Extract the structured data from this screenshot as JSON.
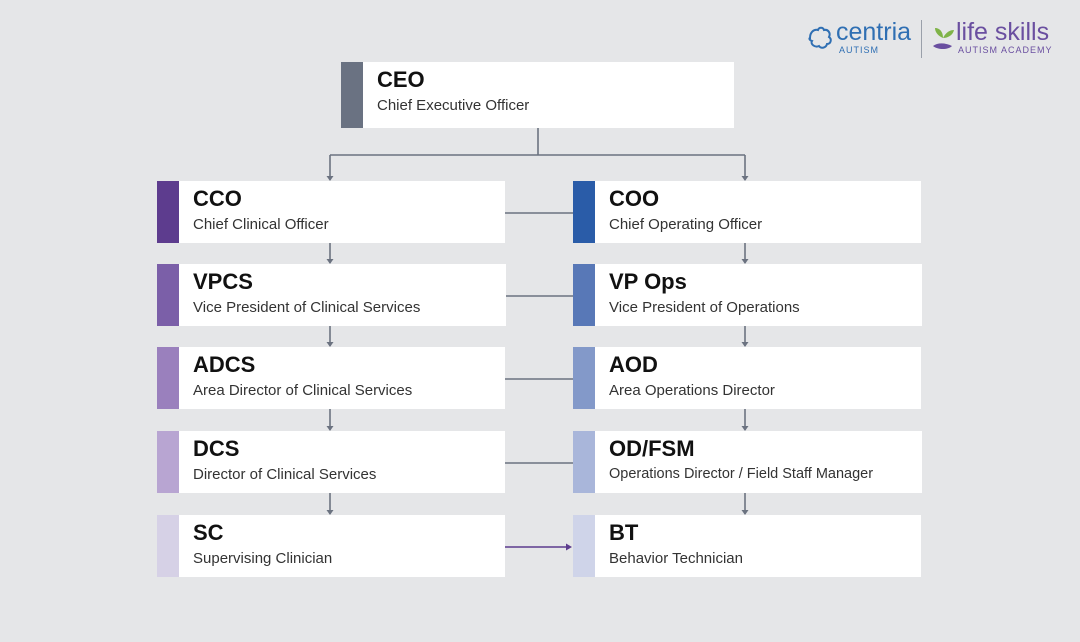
{
  "brand": {
    "centria_name": "centria",
    "centria_sub": "AUTISM",
    "lifeskills_name": "life skills",
    "lifeskills_sub": "AUTISM ACADEMY",
    "centria_color": "#2f6fb3",
    "lifeskills_color": "#6a4fa0"
  },
  "chart": {
    "ceo": {
      "abbr": "CEO",
      "title": "Chief Executive Officer",
      "color": "#6a7282"
    },
    "clinical": [
      {
        "abbr": "CCO",
        "title": "Chief Clinical Officer",
        "color": "#5d3c8e"
      },
      {
        "abbr": "VPCS",
        "title": "Vice President of Clinical Services",
        "color": "#7b5fa8"
      },
      {
        "abbr": "ADCS",
        "title": "Area Director of Clinical Services",
        "color": "#9a80bd"
      },
      {
        "abbr": "DCS",
        "title": "Director of Clinical Services",
        "color": "#b8a5d2"
      },
      {
        "abbr": "SC",
        "title": "Supervising Clinician",
        "color": "#d6d1e6"
      }
    ],
    "operations": [
      {
        "abbr": "COO",
        "title": "Chief Operating Officer",
        "color": "#2a5ca8"
      },
      {
        "abbr": "VP Ops",
        "title": "Vice President of Operations",
        "color": "#5878b7"
      },
      {
        "abbr": "AOD",
        "title": "Area Operations Director",
        "color": "#8399c9"
      },
      {
        "abbr": "OD/FSM",
        "title": "Operations Director / Field Staff Manager",
        "color": "#a9b6da"
      },
      {
        "abbr": "BT",
        "title": "Behavior Technician",
        "color": "#cfd4e9"
      }
    ],
    "line_color": "#6b7280",
    "arrow_color": "#5d3c8e"
  }
}
